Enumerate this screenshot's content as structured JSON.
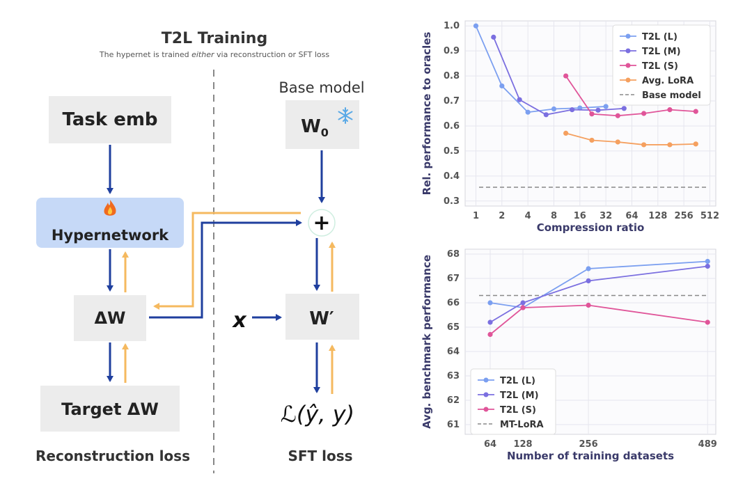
{
  "diagram": {
    "title": "T2L Training",
    "subtitle_pre": "The hypernet is trained ",
    "subtitle_em": "either",
    "subtitle_post": " via reconstruction or SFT loss",
    "task_emb": "Task emb",
    "hypernetwork": "Hypernetwork",
    "delta_w": "ΔW",
    "target_delta_w": "Target ΔW",
    "recon_loss": "Reconstruction loss",
    "base_model": "Base model",
    "w0_main": "W",
    "w0_sub": "0",
    "plus": "+",
    "x_var": "x",
    "w_prime": "W′",
    "loss_expr": "ℒ(ŷ, y)",
    "sft_loss": "SFT loss",
    "fire_icon": "fire-icon",
    "snowflake_icon": "snowflake-icon",
    "colors": {
      "down": "#1f3f9e",
      "up": "#f5b95f",
      "hyper": "#c6d9f7",
      "box": "#ececec"
    }
  },
  "chart_data": [
    {
      "type": "line",
      "xlabel": "Compression ratio",
      "ylabel": "Rel. performance to oracles",
      "x_scale": "log2",
      "xticks": [
        1,
        2,
        4,
        8,
        16,
        32,
        64,
        128,
        256,
        512
      ],
      "xtick_labels": [
        "1",
        "2",
        "4",
        "8",
        "16",
        "32",
        "64",
        "128",
        "256",
        "512"
      ],
      "yticks": [
        0.3,
        0.4,
        0.5,
        0.6,
        0.7,
        0.8,
        0.9,
        1.0
      ],
      "ytick_labels": [
        "0.3",
        "0.4",
        "0.5",
        "0.6",
        "0.7",
        "0.8",
        "0.9",
        "1.0"
      ],
      "ylim": [
        0.28,
        1.02
      ],
      "xlim": [
        0.75,
        600
      ],
      "grid": true,
      "legend_position": "top-right",
      "series": [
        {
          "name": "T2L (L)",
          "color": "#7b9ff0",
          "x": [
            1,
            2,
            4,
            8,
            16,
            32
          ],
          "y": [
            1.0,
            0.76,
            0.655,
            0.668,
            0.672,
            0.678
          ]
        },
        {
          "name": "T2L (M)",
          "color": "#7b6fe0",
          "x": [
            1.6,
            3.2,
            6.5,
            13,
            26,
            52
          ],
          "y": [
            0.955,
            0.705,
            0.645,
            0.665,
            0.663,
            0.67
          ]
        },
        {
          "name": "T2L (S)",
          "color": "#e05599",
          "x": [
            11,
            22,
            44,
            88,
            176,
            352
          ],
          "y": [
            0.8,
            0.648,
            0.641,
            0.65,
            0.665,
            0.658
          ]
        },
        {
          "name": "Avg. LoRA",
          "color": "#f5a05f",
          "x": [
            11,
            22,
            44,
            88,
            176,
            352
          ],
          "y": [
            0.571,
            0.543,
            0.536,
            0.525,
            0.525,
            0.528
          ]
        }
      ],
      "reference_line": {
        "name": "Base model",
        "y": 0.355,
        "color": "#888888"
      }
    },
    {
      "type": "line",
      "xlabel": "Number of training datasets",
      "ylabel": "Avg. benchmark performance",
      "xticks": [
        64,
        128,
        256,
        489
      ],
      "xtick_labels": [
        "64",
        "128",
        "256",
        "489"
      ],
      "yticks": [
        61,
        62,
        63,
        64,
        65,
        66,
        67,
        68
      ],
      "ytick_labels": [
        "61",
        "62",
        "63",
        "64",
        "65",
        "66",
        "67",
        "68"
      ],
      "ylim": [
        60.6,
        68.2
      ],
      "xlim": [
        15,
        505
      ],
      "grid": true,
      "legend_position": "bottom-left",
      "series": [
        {
          "name": "T2L (L)",
          "color": "#7b9ff0",
          "x": [
            64,
            128,
            256,
            489
          ],
          "y": [
            66.0,
            65.8,
            67.4,
            67.7
          ]
        },
        {
          "name": "T2L (M)",
          "color": "#7b6fe0",
          "x": [
            64,
            128,
            256,
            489
          ],
          "y": [
            65.2,
            66.0,
            66.9,
            67.5
          ]
        },
        {
          "name": "T2L (S)",
          "color": "#e05599",
          "x": [
            64,
            128,
            256,
            489
          ],
          "y": [
            64.7,
            65.8,
            65.9,
            65.2
          ]
        }
      ],
      "reference_line": {
        "name": "MT-LoRA",
        "y": 66.3,
        "color": "#888888"
      }
    }
  ]
}
